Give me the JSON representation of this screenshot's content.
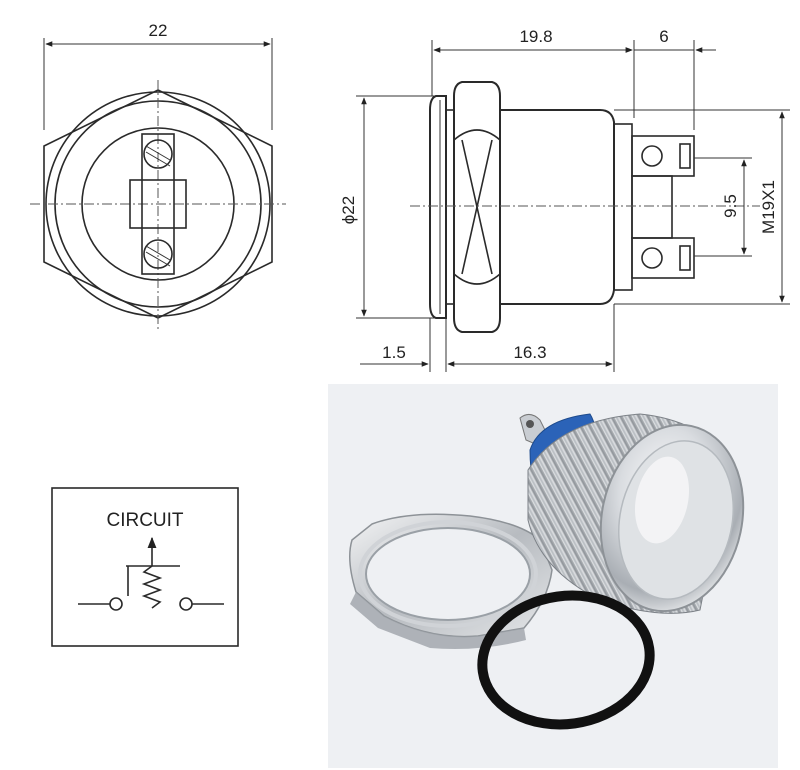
{
  "dimensions": {
    "front_width": "22",
    "body_length": "19.8",
    "terminal_length": "6",
    "diameter": "ϕ22",
    "terminal_spacing": "9.5",
    "thread": "M19X1",
    "flange": "1.5",
    "thread_length": "16.3"
  },
  "circuit": {
    "label": "CIRCUIT"
  },
  "colors": {
    "ink": "#2a2a2a",
    "metal": "#c9cdd2",
    "insulator_blue": "#2b63b8",
    "gasket": "#111111",
    "photo_bg": "#eef0f3"
  }
}
